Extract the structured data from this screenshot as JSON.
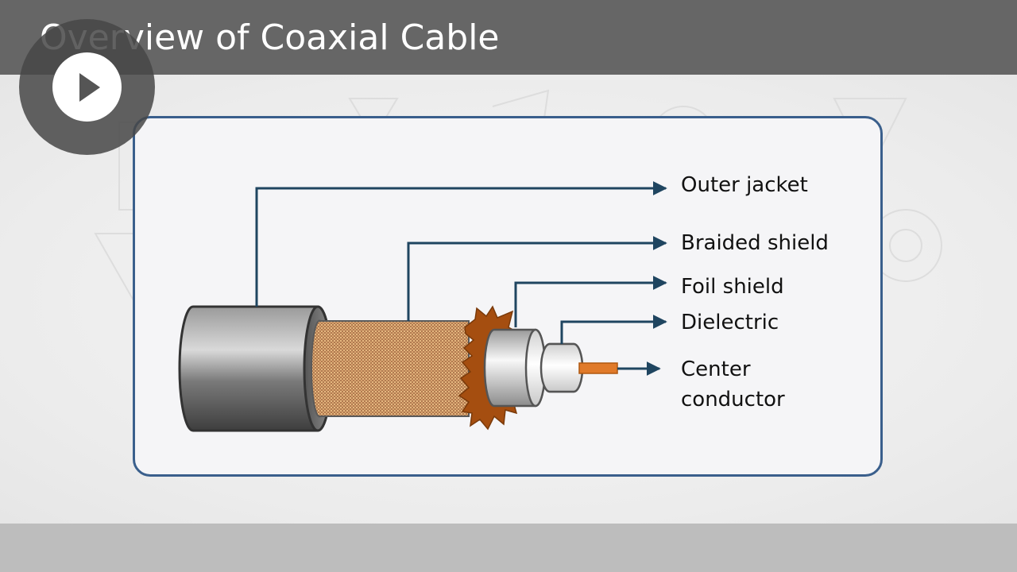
{
  "slide": {
    "title": "Overview of Coaxial Cable"
  },
  "diagram": {
    "labels": {
      "outer_jacket": "Outer jacket",
      "braided_shield": "Braided shield",
      "foil_shield": "Foil shield",
      "dielectric": "Dielectric",
      "center_conductor_line1": "Center",
      "center_conductor_line2": "conductor"
    }
  },
  "colors": {
    "header": "#666666",
    "footer": "#bdbdbd",
    "frame_border": "#3a5f8c",
    "leader_line": "#1f4560",
    "braid": "#a86a3a",
    "foil_edge": "#a54e10",
    "conductor": "#e07a2a"
  },
  "icons": {
    "play": "play-icon"
  }
}
